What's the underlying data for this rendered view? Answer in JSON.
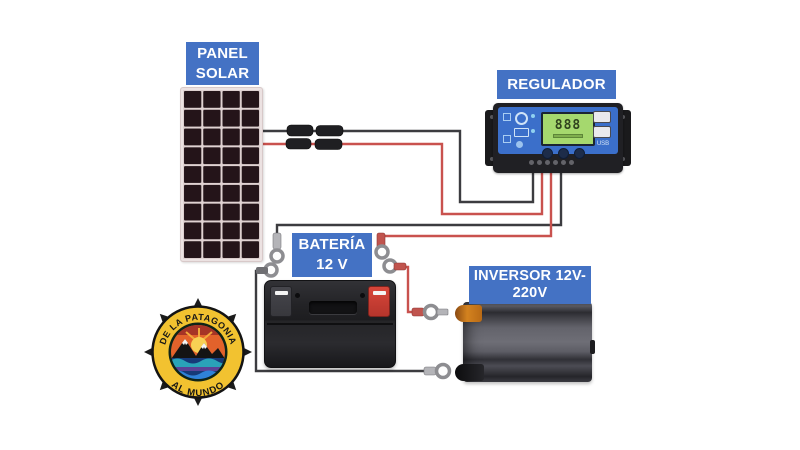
{
  "labels": {
    "panel": {
      "line1": "PANEL",
      "line2": "SOLAR"
    },
    "regulator": {
      "line1": "REGULADOR"
    },
    "battery": {
      "line1": "BATERÍA",
      "line2": "12 V"
    },
    "inverter": {
      "line1": "INVERSOR 12V-",
      "line2": "220V"
    }
  },
  "regulator": {
    "display": "888",
    "usb_label": "USB"
  },
  "logo": {
    "arc_top": "DE LA PATAGONIA",
    "arc_bottom": "AL MUNDO"
  },
  "connections": [
    {
      "from": "panel-solar",
      "to": "regulador",
      "polarity": "negative",
      "color": "#3c3c40"
    },
    {
      "from": "panel-solar",
      "to": "regulador",
      "polarity": "positive",
      "color": "#c9524e"
    },
    {
      "from": "bateria",
      "to": "regulador",
      "polarity": "negative",
      "color": "#3c3c40"
    },
    {
      "from": "bateria",
      "to": "regulador",
      "polarity": "positive",
      "color": "#c9524e"
    },
    {
      "from": "bateria",
      "to": "inversor",
      "polarity": "positive",
      "color": "#c9524e"
    },
    {
      "from": "bateria",
      "to": "inversor",
      "polarity": "negative",
      "color": "#3c3c40"
    }
  ],
  "colors": {
    "label_bg": "#4472c4",
    "label_text": "#ffffff",
    "wire_black": "#3c3c40",
    "wire_red": "#c9524e",
    "regulator_blue": "#3b6fca",
    "lcd_green": "#a5d86e",
    "battery_pos_terminal": "#ce4036",
    "inverter_pos_terminal": "#d3821f",
    "logo_yellow": "#f2c230"
  }
}
